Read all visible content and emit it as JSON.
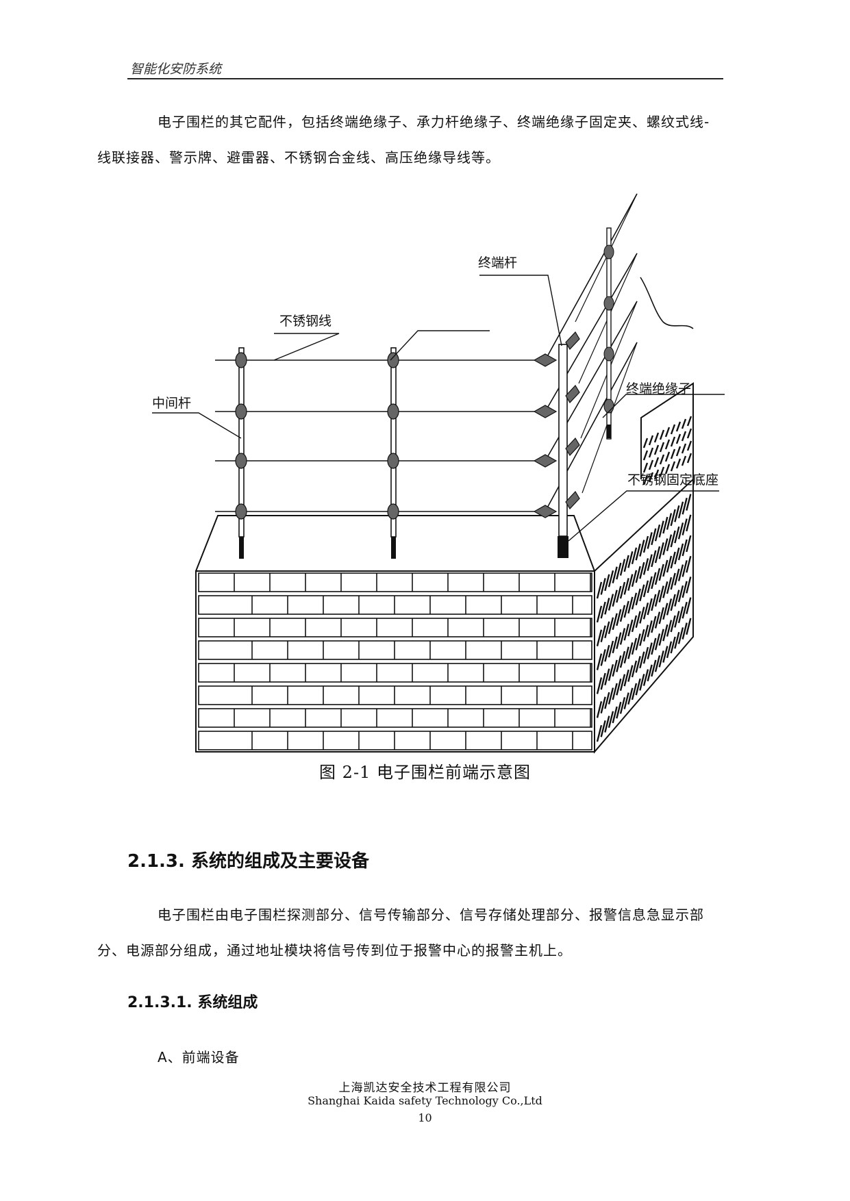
{
  "header": {
    "title": "智能化安防系统"
  },
  "intro": {
    "line1": "电子围栏的其它配件，包括终端绝缘子、承力杆绝缘子、终端绝缘子固定夹、螺纹式线-",
    "line2": "线联接器、警示牌、避雷器、不锈钢合金线、高压绝缘导线等。"
  },
  "figure": {
    "labels": {
      "terminal_pole": "终端杆",
      "stainless_wire": "不锈钢线",
      "middle_pole": "中间杆",
      "terminal_insulator": "终端绝缘子",
      "stainless_base": "不锈钢固定底座"
    },
    "caption": "图 2-1  电子围栏前端示意图"
  },
  "section": {
    "heading": "2.1.3. 系统的组成及主要设备",
    "para_line1": "电子围栏由电子围栏探测部分、信号传输部分、信号存储处理部分、报警信息急显示部",
    "para_line2": "分、电源部分组成，通过地址模块将信号传到位于报警中心的报警主机上。",
    "subheading": "2.1.3.1. 系统组成",
    "item_a": "A、前端设备"
  },
  "footer": {
    "company_cn": "上海凯达安全技术工程有限公司",
    "company_en": "Shanghai Kaida safety Technology Co.,Ltd",
    "page_number": "10"
  }
}
